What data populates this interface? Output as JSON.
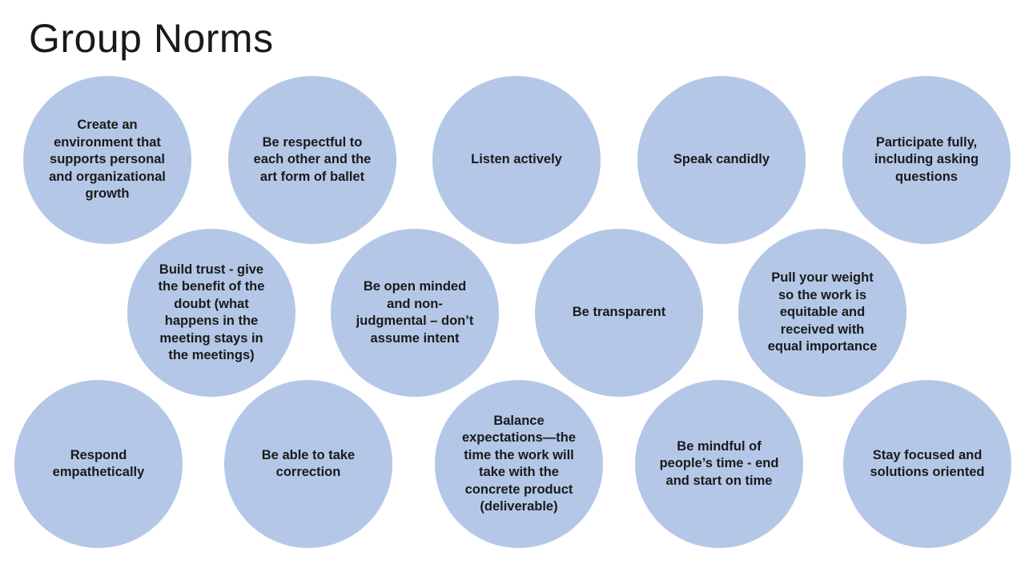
{
  "slide": {
    "title": "Group Norms",
    "norms": [
      {
        "text": "Create an environment that supports personal and organizational growth"
      },
      {
        "text": "Be respectful to each other and the art form of ballet"
      },
      {
        "text": "Listen actively"
      },
      {
        "text": "Speak candidly"
      },
      {
        "text": "Participate fully, including asking questions"
      },
      {
        "text": "Build trust - give the benefit of the doubt (what happens in the meeting stays in the meetings)"
      },
      {
        "text": "Be open minded and non-judgmental – don’t assume intent"
      },
      {
        "text": "Be transparent"
      },
      {
        "text": "Pull your weight so the work is equitable and received with equal importance"
      },
      {
        "text": "Respond empathetically"
      },
      {
        "text": "Be able to take correction"
      },
      {
        "text": "Balance expectations—the time the work will take with the concrete product (deliverable)"
      },
      {
        "text": "Be mindful of people’s time - end and start on time"
      },
      {
        "text": "Stay focused and solutions oriented"
      }
    ],
    "colors": {
      "circle_fill": "#b4c7e7",
      "text": "#1a1a1a",
      "background": "#ffffff"
    }
  }
}
